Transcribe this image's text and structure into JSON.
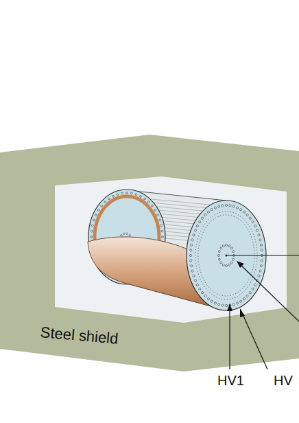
{
  "diagram": {
    "labels": [
      "Steel shield",
      "HV1",
      "HV"
    ]
  }
}
